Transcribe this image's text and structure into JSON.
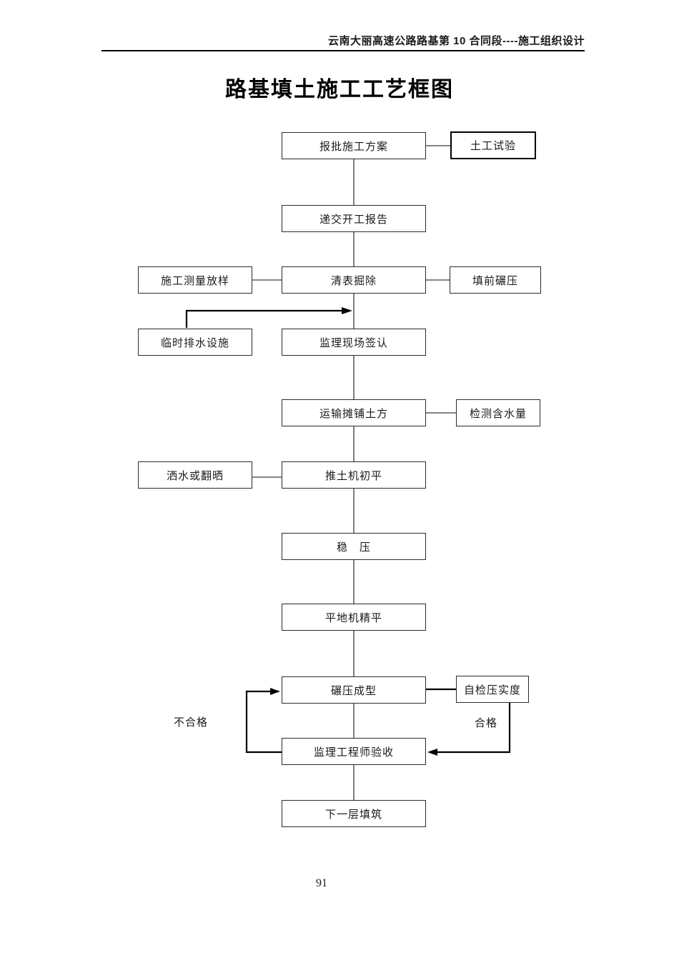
{
  "page": {
    "header": "云南大丽高速公路路基第 10 合同段----施工组织设计",
    "title": "路基填土施工工艺框图",
    "page_number": "91"
  },
  "flowchart": {
    "nodes": {
      "approve_plan": "报批施工方案",
      "soil_test": "土工试验",
      "start_report": "递交开工报告",
      "survey_layout": "施工测量放样",
      "clear_excavate": "清表掘除",
      "prefill_rolling": "填前碾压",
      "temp_drainage": "临时排水设施",
      "supervisor_sign": "监理现场签认",
      "transport_spread": "运输摊铺土方",
      "moisture_test": "检测含水量",
      "water_or_dry": "洒水或翻晒",
      "bulldozer_rough": "推土机初平",
      "stable_press": "稳　压",
      "grader_fine": "平地机精平",
      "rolling_form": "碾压成型",
      "selfcheck_compaction": "自检压实度",
      "supervisor_accept": "监理工程师验收",
      "next_layer": "下一层填筑"
    },
    "edge_labels": {
      "fail": "不合格",
      "pass": "合格"
    },
    "colors": {
      "line": "#3a3a3a",
      "emphasis_line": "#000000",
      "box_border": "#2b2b2b"
    }
  }
}
